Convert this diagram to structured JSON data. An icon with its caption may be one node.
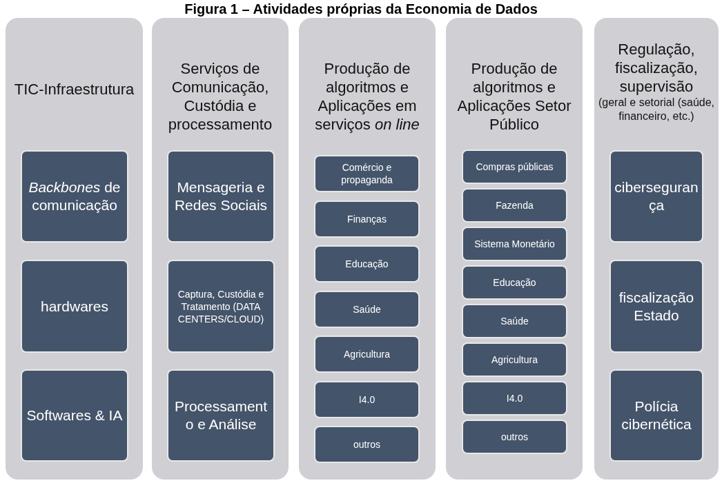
{
  "diagram": {
    "title": "Figura 1 – Atividades próprias da Economia de Dados",
    "nodes": [
      {
        "text": [
          "TIC-Infraestrutura"
        ]
      },
      {
        "text": [
          "*Backbones* de comunicação"
        ],
        "in": 0
      },
      {
        "text": [
          "hardwares"
        ],
        "in": 0
      },
      {
        "text": [
          "Softwares & IA"
        ],
        "in": 0
      },
      {
        "text": [
          "Serviços de Comunicação, Custódia e processamento"
        ]
      },
      {
        "text": [
          "Mensageria e Redes Sociais"
        ],
        "in": 4
      },
      {
        "text": [
          "Captura, Custódia e Tratamento (DATA CENTERS/CLOUD)"
        ],
        "in": 4
      },
      {
        "text": [
          "Processamento e Análise"
        ],
        "in": 4
      },
      {
        "text": [
          "Produção de algoritmos e Aplicações em serviços *on line*"
        ]
      },
      {
        "text": [
          "Comércio e propaganda"
        ],
        "in": 8
      },
      {
        "text": [
          "Finanças"
        ],
        "in": 8
      },
      {
        "text": [
          "Educação"
        ],
        "in": 8
      },
      {
        "text": [
          "Saúde"
        ],
        "in": 8
      },
      {
        "text": [
          "Agricultura"
        ],
        "in": 8
      },
      {
        "text": [
          "I4.0"
        ],
        "in": 8
      },
      {
        "text": [
          "outros"
        ],
        "in": 8
      },
      {
        "text": [
          "Produção de algoritmos e Aplicações Setor Público"
        ]
      },
      {
        "text": [
          "Compras públicas"
        ],
        "in": 16
      },
      {
        "text": [
          "Fazenda"
        ],
        "in": 16
      },
      {
        "text": [
          "Sistema Monetário"
        ],
        "in": 16
      },
      {
        "text": [
          "Educação"
        ],
        "in": 16
      },
      {
        "text": [
          "Saúde"
        ],
        "in": 16
      },
      {
        "text": [
          "Agricultura"
        ],
        "in": 16
      },
      {
        "text": [
          "I4.0"
        ],
        "in": 16
      },
      {
        "text": [
          "outros"
        ],
        "in": 16
      },
      {
        "text": [
          "Regulação, fiscalização, supervisão",
          "(geral e setorial (saúde, financeiro, etc.)"
        ]
      },
      {
        "text": [
          "cibersegurança"
        ],
        "in": 25
      },
      {
        "text": [
          "fiscalização Estado"
        ],
        "in": 25
      },
      {
        "text": [
          "Polícia cibernética"
        ],
        "in": 25
      }
    ]
  }
}
